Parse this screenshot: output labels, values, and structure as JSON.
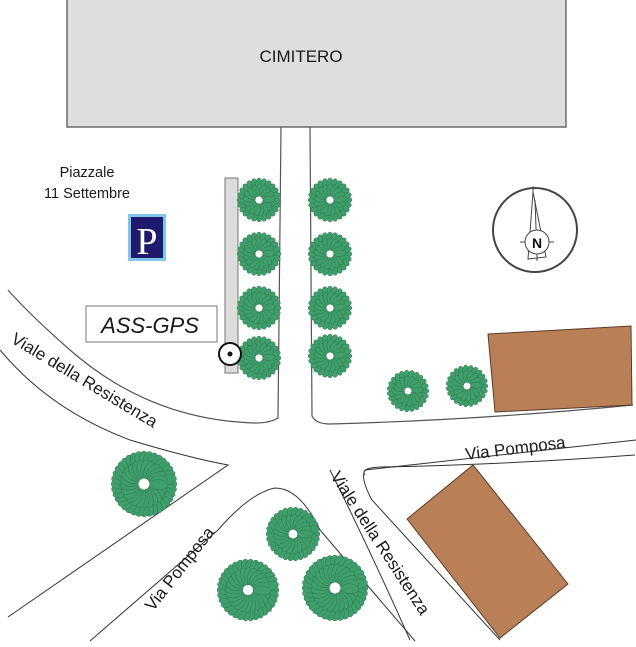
{
  "title": "Cimitero area map",
  "colors": {
    "building_fill": "#b98058",
    "cemetery_fill": "#dedede",
    "tree_fill": "#3f9f6c",
    "parking_bg": "#1f1a6e",
    "parking_border": "#7fc6e8",
    "road_line": "#333333"
  },
  "labels": {
    "cemetery": "CIMITERO",
    "square_line1": "Piazzale",
    "square_line2": "11 Settembre",
    "parking": "P",
    "station": "ASS-GPS",
    "viale_resistenza_upper": "Viale della Resistenza",
    "viale_resistenza_lower": "Viale della Resistenza",
    "via_pomposa_right": "Via Pomposa",
    "via_pomposa_left": "Via Pomposa",
    "compass_north": "N"
  },
  "icons": {
    "parking": "parking-sign-icon",
    "gps_marker": "gps-station-icon",
    "compass": "north-arrow-icon",
    "tree": "tree-icon"
  }
}
